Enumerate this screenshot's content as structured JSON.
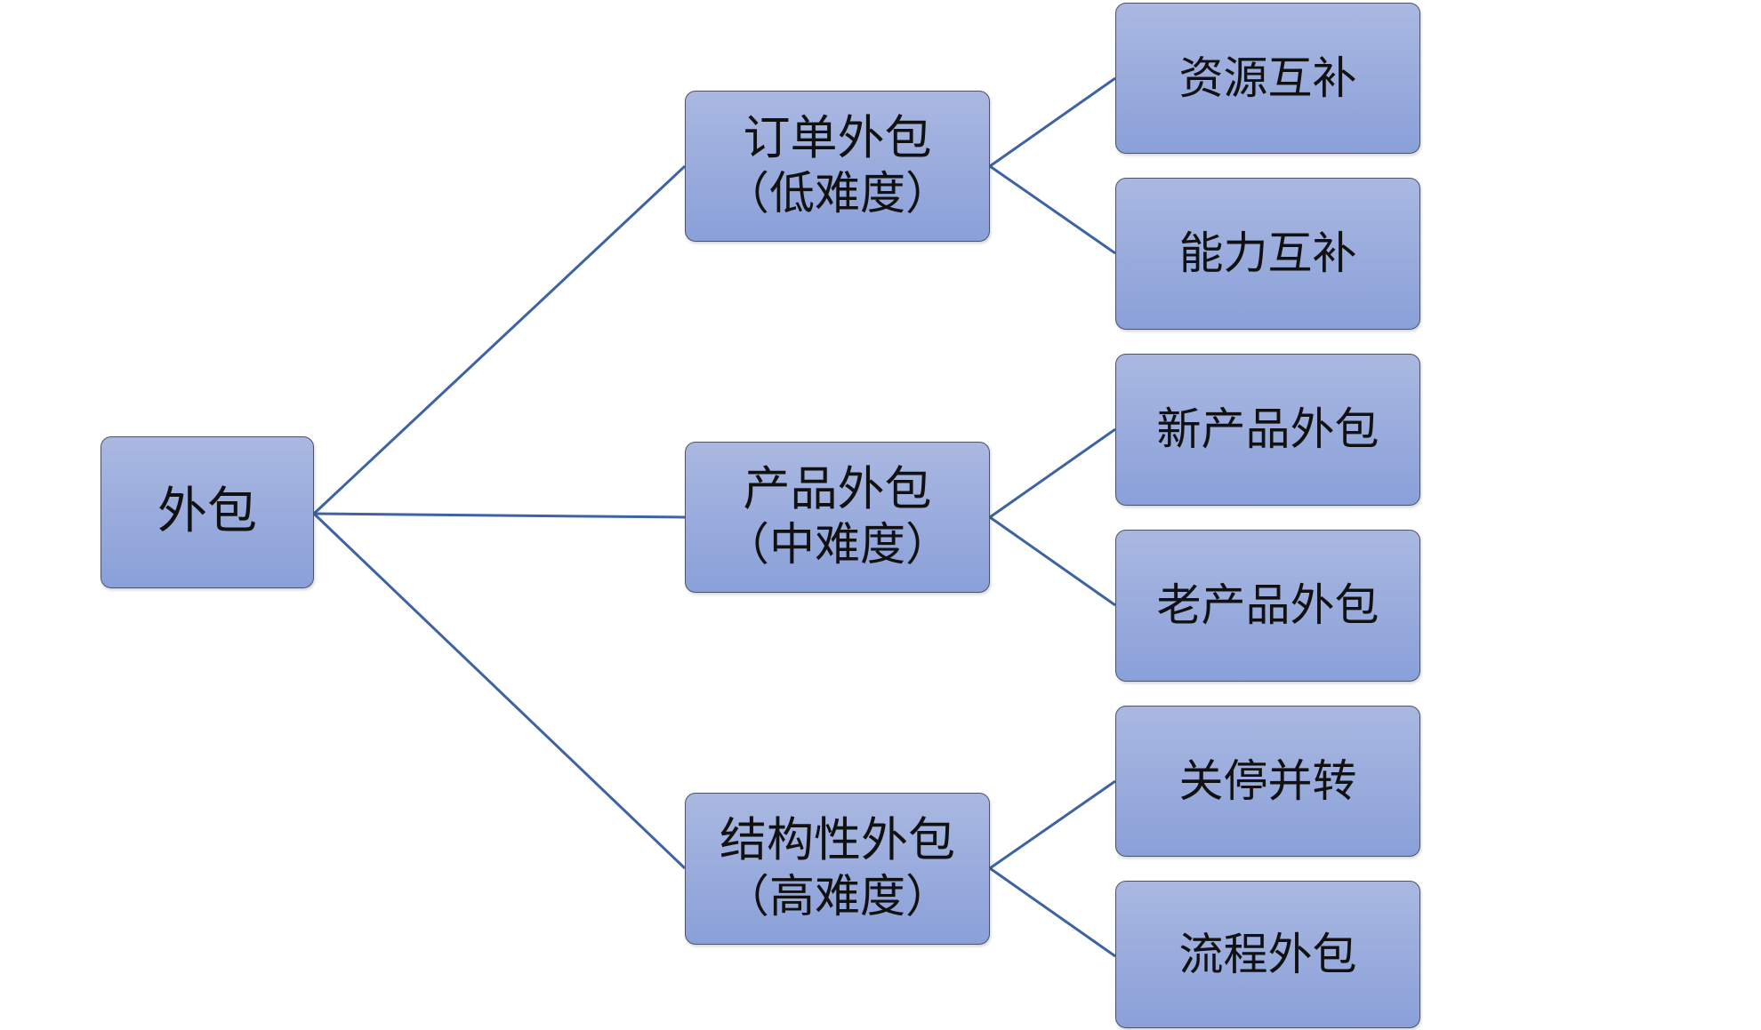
{
  "diagram": {
    "root": {
      "label": "外包"
    },
    "branches": [
      {
        "title": "订单外包",
        "subtitle": "（低难度）",
        "children": [
          "资源互补",
          "能力互补"
        ]
      },
      {
        "title": "产品外包",
        "subtitle": "（中难度）",
        "children": [
          "新产品外包",
          "老产品外包"
        ]
      },
      {
        "title": "结构性外包",
        "subtitle": "（高难度）",
        "children": [
          "关停并转",
          "流程外包"
        ]
      }
    ]
  },
  "colors": {
    "connector": "#3d63a4",
    "node_fill_top": "#aab8e1",
    "node_fill_bottom": "#8aa0d9",
    "node_border": "#4a5368"
  }
}
